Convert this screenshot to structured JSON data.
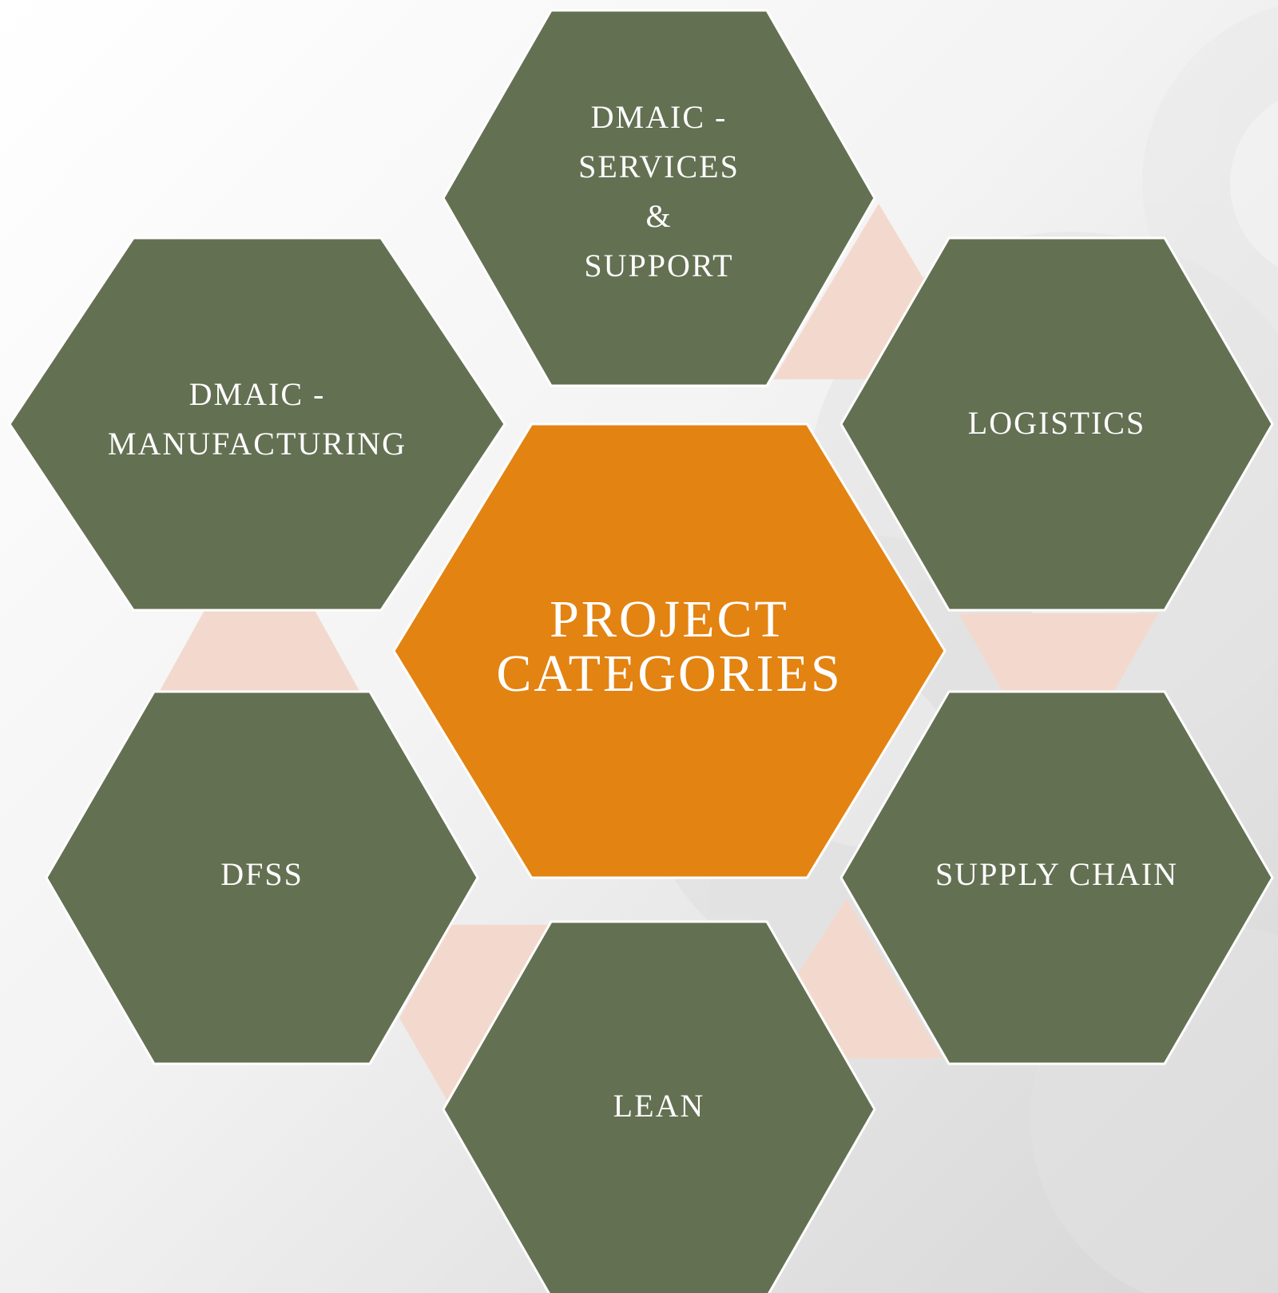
{
  "colors": {
    "hex_fill": "#647052",
    "center_fill": "#e38312",
    "connector_fill": "#f3d9cd",
    "hex_stroke": "#ffffff",
    "text": "#ffffff"
  },
  "diagram": {
    "center": {
      "lines": [
        "PROJECT",
        "CATEGORIES"
      ]
    },
    "categories": [
      {
        "id": "services",
        "lines": [
          "DMAIC -",
          "SERVICES",
          "&",
          "SUPPORT"
        ]
      },
      {
        "id": "manufacturing",
        "lines": [
          "DMAIC -",
          "MANUFACTURING"
        ]
      },
      {
        "id": "logistics",
        "lines": [
          "LOGISTICS"
        ]
      },
      {
        "id": "dfss",
        "lines": [
          "DFSS"
        ]
      },
      {
        "id": "supply-chain",
        "lines": [
          "SUPPLY CHAIN"
        ]
      },
      {
        "id": "lean",
        "lines": [
          "LEAN"
        ]
      }
    ]
  }
}
